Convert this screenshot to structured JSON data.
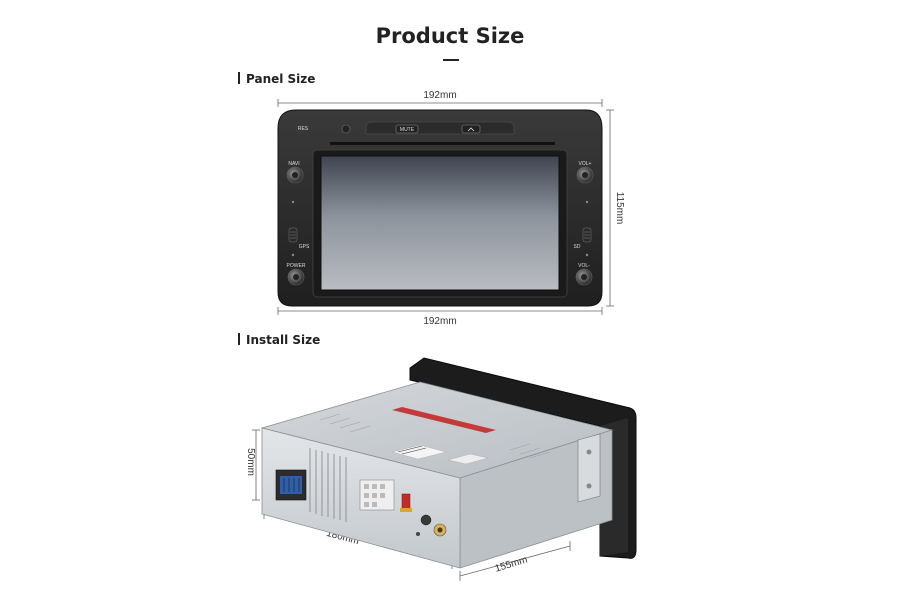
{
  "header": {
    "title": "Product Size"
  },
  "panel_section": {
    "label": "Panel Size",
    "width_top": "192mm",
    "width_bottom": "192mm",
    "height": "115mm",
    "buttons": {
      "res": "RES",
      "mute": "MUTE",
      "navi": "NAVI",
      "vol_plus": "VOL+",
      "gps": "GPS",
      "sd": "SD",
      "power": "POWER",
      "vol_minus": "VOL-"
    }
  },
  "install_section": {
    "label": "Install Size",
    "height": "50mm",
    "width": "180mm",
    "depth": "155mm"
  }
}
